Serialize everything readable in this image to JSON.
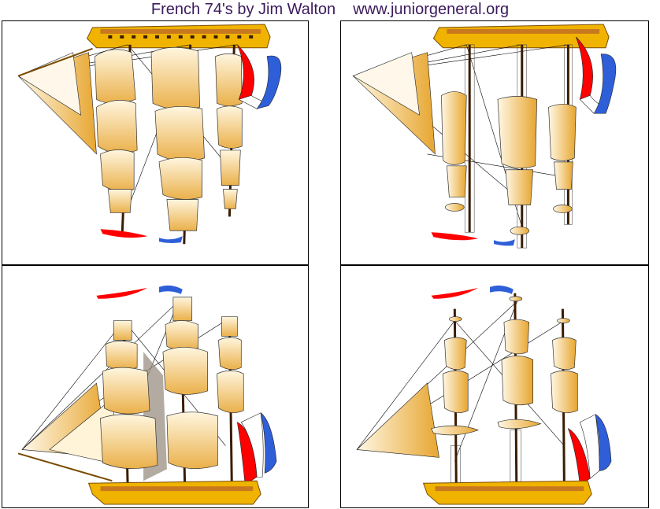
{
  "header": {
    "title": "French 74's by Jim Walton",
    "website": "www.juniorgeneral.org"
  },
  "panels": [
    {
      "id": "top-left",
      "view": "stern-view-full-sail"
    },
    {
      "id": "top-right",
      "view": "stern-view-reduced-sail"
    },
    {
      "id": "bottom-left",
      "view": "bow-view-full-sail"
    },
    {
      "id": "bottom-right",
      "view": "bow-view-reduced-sail"
    }
  ],
  "colors": {
    "title": "#3b1a5c",
    "flag_red": "#ff0000",
    "flag_white": "#ffffff",
    "flag_blue": "#2f5fd8",
    "hull_yellow": "#f0b400",
    "hull_orange": "#c8781e",
    "sail_light": "#fff6e0",
    "sail_shadow": "#e6a52a"
  }
}
